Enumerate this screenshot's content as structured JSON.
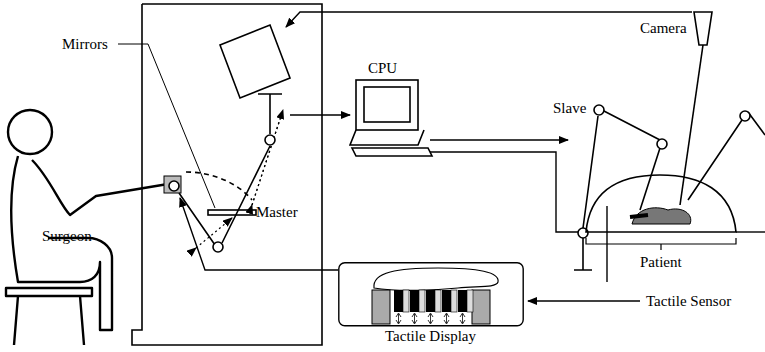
{
  "diagram": {
    "nodes": [
      {
        "text": [
          "Tactile Display"
        ]
      }
    ],
    "labels": [
      "Mirrors",
      "Camera",
      "CPU",
      "Slave",
      "Surgeon",
      "Master",
      "Patient",
      "Tactile Sensor"
    ]
  }
}
